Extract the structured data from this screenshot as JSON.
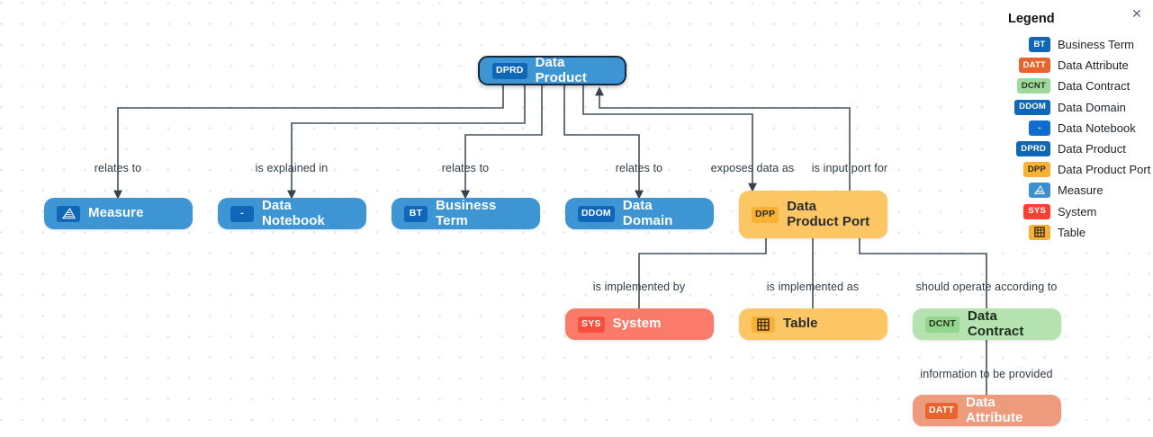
{
  "legend": {
    "title": "Legend",
    "close_icon": "close-icon",
    "items": [
      {
        "code": "BT",
        "label": "Business Term",
        "bg": "#1067b8",
        "fg": "#ffffff",
        "icon": ""
      },
      {
        "code": "DATT",
        "label": "Data Attribute",
        "bg": "#e8642f",
        "fg": "#ffffff",
        "icon": ""
      },
      {
        "code": "DCNT",
        "label": "Data Contract",
        "bg": "#9fd89b",
        "fg": "#27341f",
        "icon": ""
      },
      {
        "code": "DDOM",
        "label": "Data Domain",
        "bg": "#1067b8",
        "fg": "#ffffff",
        "icon": ""
      },
      {
        "code": "-",
        "label": "Data Notebook",
        "bg": "#0f6ecd",
        "fg": "#ffffff",
        "icon": "notebook-icon"
      },
      {
        "code": "DPRD",
        "label": "Data Product",
        "bg": "#1067b8",
        "fg": "#ffffff",
        "icon": ""
      },
      {
        "code": "DPP",
        "label": "Data Product Port",
        "bg": "#f8b133",
        "fg": "#2b2b2b",
        "icon": ""
      },
      {
        "code": "",
        "label": "Measure",
        "bg": "#3d8fd0",
        "fg": "#ffffff",
        "icon": "measure-icon"
      },
      {
        "code": "SYS",
        "label": "System",
        "bg": "#fb3f32",
        "fg": "#ffffff",
        "icon": ""
      },
      {
        "code": "",
        "label": "Table",
        "bg": "#f8b133",
        "fg": "#2b2b2b",
        "icon": "table-icon"
      }
    ]
  },
  "diagram": {
    "nodes": [
      {
        "id": "data-product",
        "code": "DPRD",
        "label": "Data Product"
      },
      {
        "id": "measure",
        "code": "",
        "label": "Measure"
      },
      {
        "id": "data-notebook",
        "code": "-",
        "label": "Data Notebook"
      },
      {
        "id": "business-term",
        "code": "BT",
        "label": "Business Term"
      },
      {
        "id": "data-domain",
        "code": "DDOM",
        "label": "Data Domain"
      },
      {
        "id": "data-product-port",
        "code": "DPP",
        "label": "Data Product Port"
      },
      {
        "id": "system",
        "code": "SYS",
        "label": "System"
      },
      {
        "id": "table",
        "code": "",
        "label": "Table"
      },
      {
        "id": "data-contract",
        "code": "DCNT",
        "label": "Data Contract"
      },
      {
        "id": "data-attribute",
        "code": "DATT",
        "label": "Data Attribute"
      }
    ],
    "edges": [
      {
        "from": "data-product",
        "to": "measure",
        "label": "relates to"
      },
      {
        "from": "data-product",
        "to": "data-notebook",
        "label": "is explained in"
      },
      {
        "from": "data-product",
        "to": "business-term",
        "label": "relates to"
      },
      {
        "from": "data-product",
        "to": "data-domain",
        "label": "relates to"
      },
      {
        "from": "data-product",
        "to": "data-product-port",
        "label": "exposes data as"
      },
      {
        "from": "data-product-port",
        "to": "data-product",
        "label": "is input port for"
      },
      {
        "from": "data-product-port",
        "to": "system",
        "label": "is implemented by"
      },
      {
        "from": "data-product-port",
        "to": "table",
        "label": "is implemented as"
      },
      {
        "from": "data-product-port",
        "to": "data-contract",
        "label": "should operate according to"
      },
      {
        "from": "data-contract",
        "to": "data-attribute",
        "label": "information to be provided"
      }
    ]
  },
  "edge_labels": {
    "relates_to_measure": "relates to",
    "is_explained_in": "is explained in",
    "relates_to_bt": "relates to",
    "relates_to_dd": "relates to",
    "exposes_data_as": "exposes data as",
    "is_input_port_for": "is input port for",
    "is_implemented_by": "is implemented by",
    "is_implemented_as": "is implemented as",
    "should_operate_according_to": "should operate according to",
    "information_to_be_provided": "information to be provided"
  },
  "colors": {
    "node_blue": "#3d95d4",
    "node_orange": "#fcc664",
    "node_red": "#fb7b6b",
    "node_green": "#b4e3b0",
    "node_salmon": "#ee9a7d",
    "edge_stroke": "#44505c",
    "selected_border": "#12293f",
    "canvas_bg": "#ffffff"
  }
}
